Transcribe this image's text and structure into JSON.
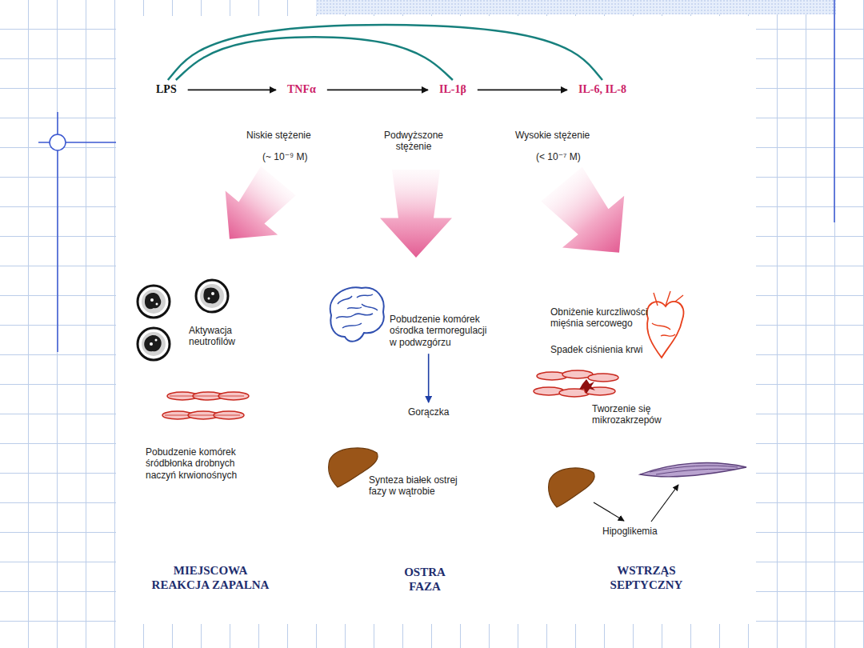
{
  "diagram": {
    "nodes": [
      {
        "text": [
          "LPS"
        ]
      },
      {
        "text": [
          "TNFα"
        ]
      },
      {
        "text": [
          "IL-1β"
        ]
      },
      {
        "text": [
          "IL-6, IL-8"
        ]
      },
      {
        "text": [
          "Pobudzenie komórek ośrodka termoregulacji w podwzgórzu"
        ]
      },
      {
        "text": [
          "Gorączka"
        ]
      }
    ],
    "edges": [
      {
        "from": 0,
        "to": 1,
        "arrow": "to"
      },
      {
        "from": 1,
        "to": 2,
        "arrow": "to"
      },
      {
        "from": 2,
        "to": 3,
        "arrow": "to"
      },
      {
        "from": 0,
        "to": 2,
        "arrow": "none"
      },
      {
        "from": 0,
        "to": 3,
        "arrow": "none"
      },
      {
        "from": 4,
        "to": 5,
        "arrow": "to"
      }
    ],
    "labels": [
      "Niskie stężenie",
      "(~ 10⁻⁹ M)",
      "Podwyższone stężenie",
      "Wysokie stężenie",
      "(< 10⁻⁷ M)",
      "Aktywacja neutrofilów",
      "Obniżenie kurczliwości mięśnia sercowego",
      "Spadek ciśnienia krwi",
      "Tworzenie się mikrozakrzepów",
      "Pobudzenie komórek śródbłonka drobnych naczyń krwionośnych",
      "Synteza białek ostrej fazy w wątrobie",
      "Hipoglikemia",
      "MIEJSCOWA REAKCJA ZAPALNA",
      "OSTRA FAZA",
      "WSTRZĄS SEPTYCZNY"
    ]
  }
}
